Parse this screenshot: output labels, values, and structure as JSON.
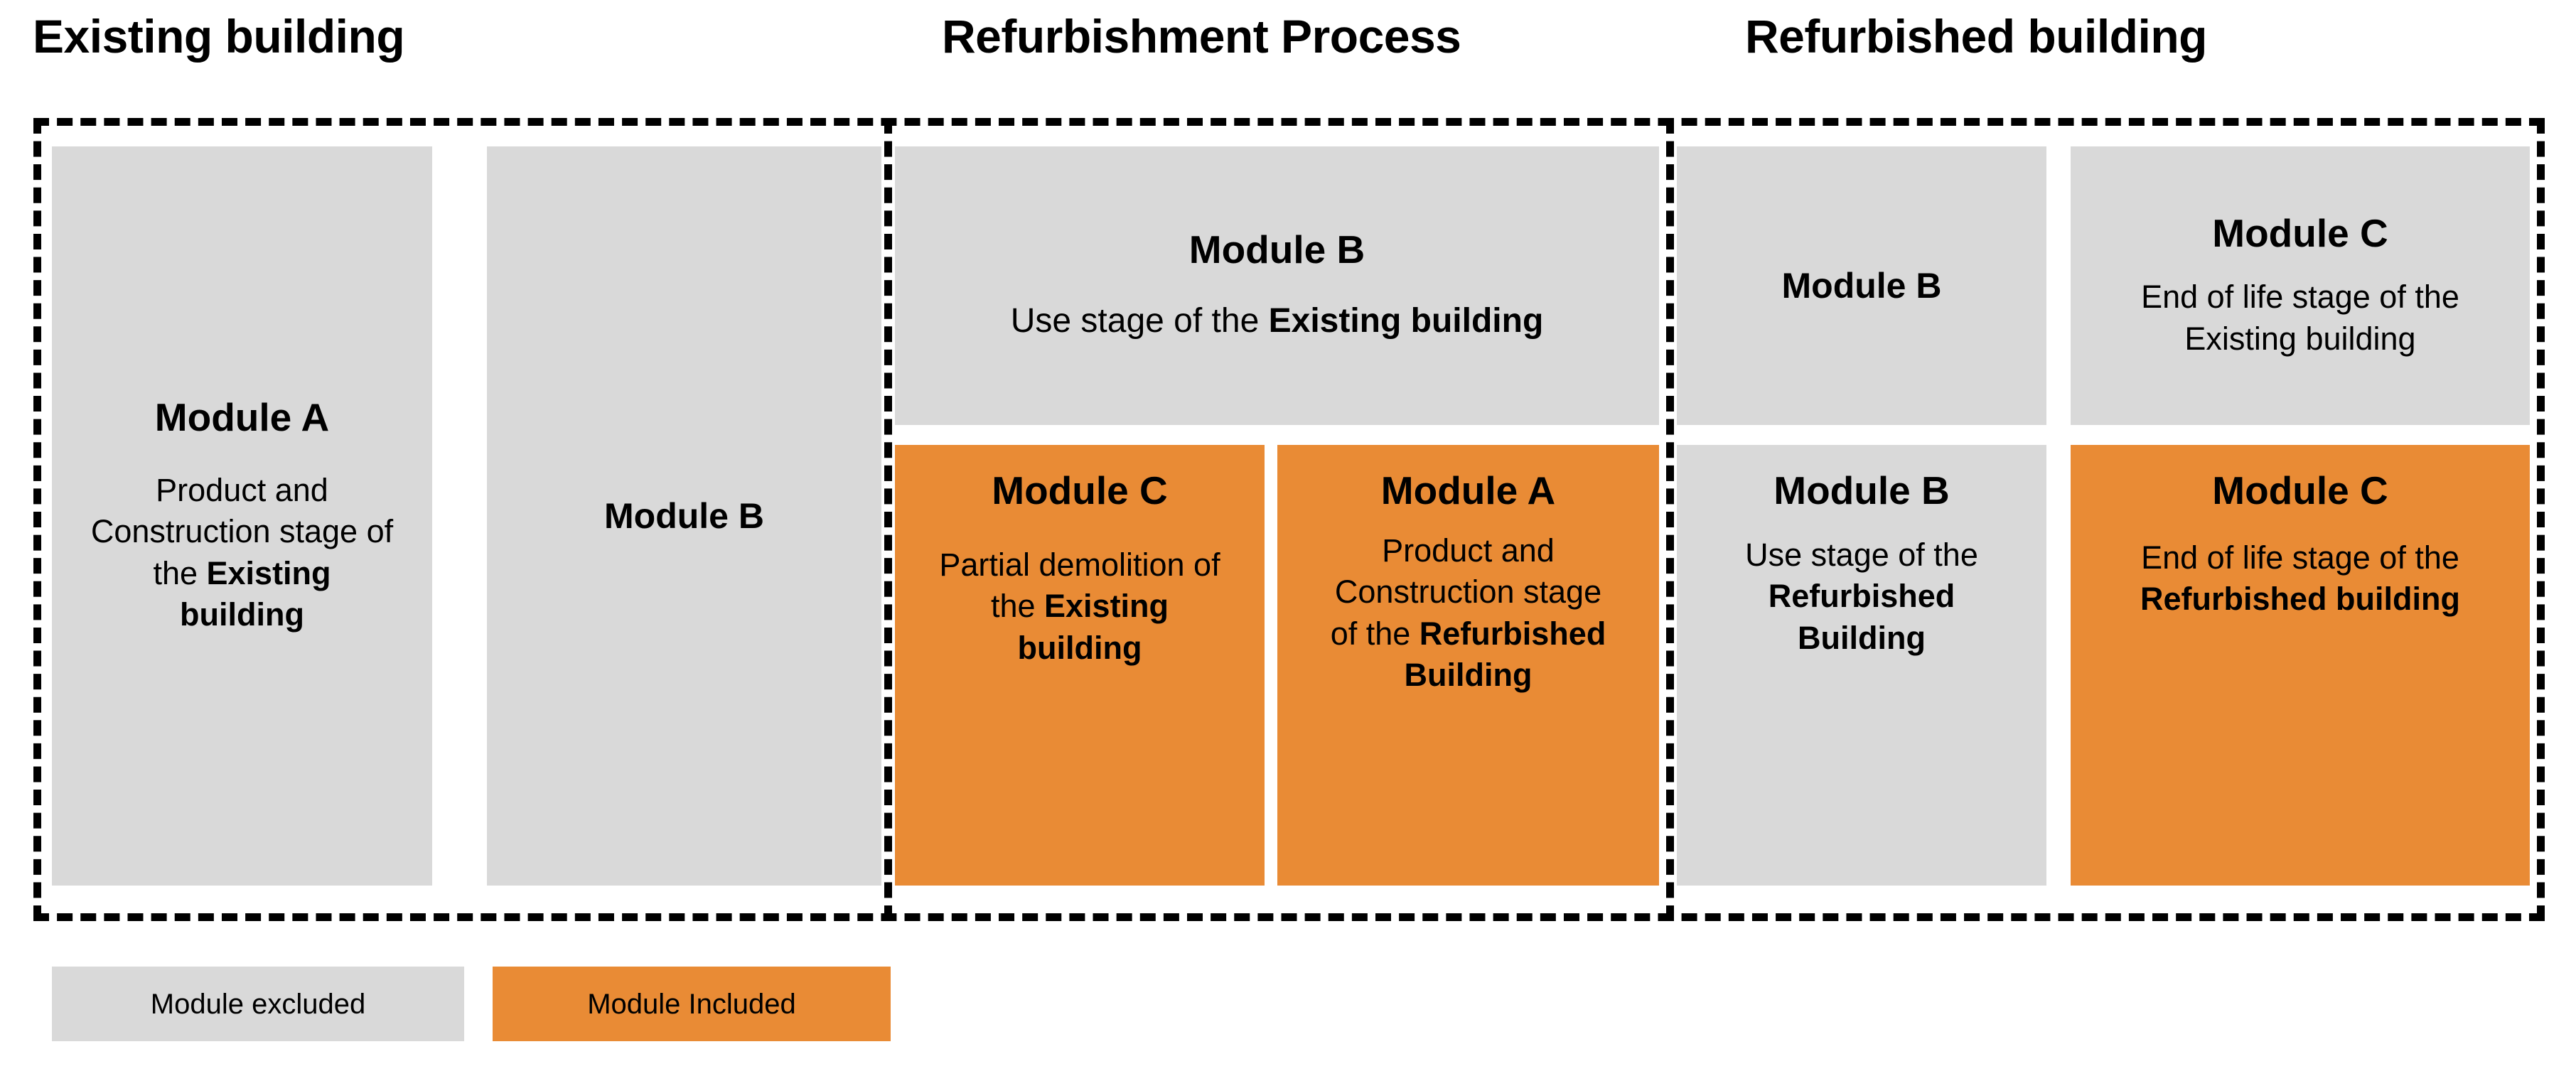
{
  "headers": [
    {
      "id": "existing",
      "label": "Existing building"
    },
    {
      "id": "process",
      "label": "Refurbishment Process"
    },
    {
      "id": "refurbished",
      "label": "Refurbished building"
    }
  ],
  "colors": {
    "excluded": "#d9d9d9",
    "included": "#e98b35",
    "frame": "#000000",
    "text": "#000000"
  },
  "boxes": {
    "module_a_existing": {
      "title": "Module A",
      "desc_pre": "Product and Construction stage of the ",
      "desc_bold": "Existing building",
      "desc_post": "",
      "state": "excluded"
    },
    "module_b_existing": {
      "title": "Module B",
      "desc_pre": "",
      "desc_bold": "",
      "desc_post": "",
      "state": "excluded"
    },
    "module_b_use_existing": {
      "title": "Module B",
      "desc_pre": "Use stage of the ",
      "desc_bold": "Existing building",
      "desc_post": "",
      "state": "excluded"
    },
    "module_c_demolition": {
      "title": "Module C",
      "desc_pre": "Partial demolition of the ",
      "desc_bold": "Existing building",
      "desc_post": "",
      "state": "included"
    },
    "module_a_refurbished": {
      "title": "Module A",
      "desc_pre": "Product and Construction stage of the ",
      "desc_bold": "Refurbished Building",
      "desc_post": "",
      "state": "included"
    },
    "module_b_refurbished_excluded": {
      "title": "Module B",
      "desc_pre": "",
      "desc_bold": "",
      "desc_post": "",
      "state": "excluded"
    },
    "module_c_existing_eol": {
      "title": "Module C",
      "desc_pre": "End of life stage of the ",
      "desc_bold": "Existing building",
      "desc_post": "",
      "state": "excluded"
    },
    "module_b_use_refurbished": {
      "title": "Module B",
      "desc_pre": "Use stage of the ",
      "desc_bold": "Refurbished Building",
      "desc_post": "",
      "state": "excluded"
    },
    "module_c_refurbished_eol": {
      "title": "Module C",
      "desc_pre": "End of life stage of the ",
      "desc_bold": "Refurbished building",
      "desc_post": "",
      "state": "included"
    }
  },
  "legend": {
    "excluded_label": "Module excluded",
    "included_label": "Module Included"
  }
}
